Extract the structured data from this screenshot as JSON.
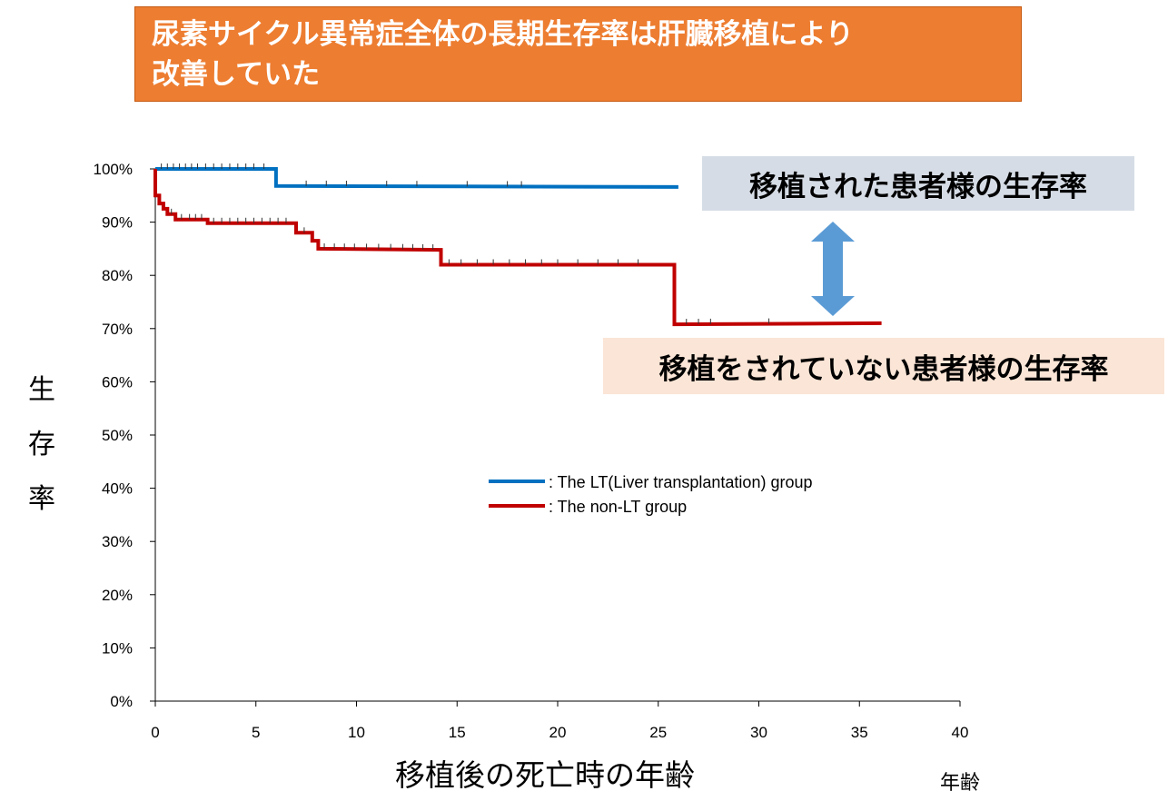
{
  "title": {
    "line1": "尿素サイクル異常症全体の長期生存率は肝臓移植により",
    "line2": "改善していた"
  },
  "callouts": {
    "lt": "移植された患者様の生存率",
    "non_lt": "移植をされていない患者様の生存率"
  },
  "colors": {
    "title_bg": "#ED7D31",
    "lt": "#0070C0",
    "non_lt": "#C00000",
    "arrow": "#5B9BD5",
    "callout_lt_bg": "#D6DCE5",
    "callout_nonlt_bg": "#FBE5D6"
  },
  "chart_data": {
    "type": "line",
    "xlabel": "移植後の死亡時の年齢",
    "xunit": "年齢",
    "ylabel": [
      "生",
      "存",
      "率"
    ],
    "xlim": [
      0,
      40
    ],
    "ylim": [
      0,
      100
    ],
    "xticks": [
      0,
      5,
      10,
      15,
      20,
      25,
      30,
      35,
      40
    ],
    "yticks": [
      {
        "value": 0,
        "label": "0%"
      },
      {
        "value": 10,
        "label": "10%"
      },
      {
        "value": 20,
        "label": "20%"
      },
      {
        "value": 30,
        "label": "30%"
      },
      {
        "value": 40,
        "label": "40%"
      },
      {
        "value": 50,
        "label": "50%"
      },
      {
        "value": 60,
        "label": "60%"
      },
      {
        "value": 70,
        "label": "70%"
      },
      {
        "value": 80,
        "label": "80%"
      },
      {
        "value": 90,
        "label": "90%"
      },
      {
        "value": 100,
        "label": "100%"
      }
    ],
    "grid": false,
    "legend_position": "center-right",
    "series": [
      {
        "key": "lt",
        "name": ": The LT(Liver transplantation) group",
        "step": [
          [
            0,
            100
          ],
          [
            6,
            100
          ],
          [
            6,
            96.8
          ],
          [
            26,
            96.6
          ]
        ],
        "censor_x": [
          0.3,
          0.6,
          0.9,
          1.2,
          1.5,
          1.8,
          2.1,
          2.5,
          2.9,
          3.3,
          3.7,
          4.1,
          4.5,
          4.9,
          5.4,
          7.5,
          8.5,
          9.5,
          11.5,
          13,
          15.5,
          17.5,
          18.2
        ]
      },
      {
        "key": "non_lt",
        "name": ": The non-LT group",
        "step": [
          [
            0,
            100
          ],
          [
            0,
            95
          ],
          [
            0.2,
            95
          ],
          [
            0.2,
            93.5
          ],
          [
            0.4,
            93.5
          ],
          [
            0.4,
            92.5
          ],
          [
            0.6,
            92.5
          ],
          [
            0.6,
            91.5
          ],
          [
            1,
            91.5
          ],
          [
            1,
            90.5
          ],
          [
            2.6,
            90.5
          ],
          [
            2.6,
            89.8
          ],
          [
            7,
            89.8
          ],
          [
            7,
            88
          ],
          [
            7.8,
            88
          ],
          [
            7.8,
            86.5
          ],
          [
            8.1,
            86.5
          ],
          [
            8.1,
            85
          ],
          [
            14.2,
            84.8
          ],
          [
            14.2,
            82
          ],
          [
            25.8,
            82
          ],
          [
            25.8,
            70.8
          ],
          [
            36.1,
            71
          ]
        ],
        "censor_x": [
          0.8,
          1.3,
          1.7,
          2.0,
          2.3,
          2.9,
          3.3,
          3.7,
          4.1,
          4.5,
          4.9,
          5.3,
          5.7,
          6.1,
          6.5,
          7.4,
          8.4,
          8.9,
          9.4,
          9.9,
          10.5,
          11.1,
          11.7,
          12.3,
          12.8,
          13.3,
          13.8,
          14.6,
          15.2,
          16,
          16.8,
          17.6,
          18.4,
          19.2,
          20,
          21,
          22,
          23,
          24,
          26.4,
          27,
          27.6,
          30.5
        ]
      }
    ]
  }
}
